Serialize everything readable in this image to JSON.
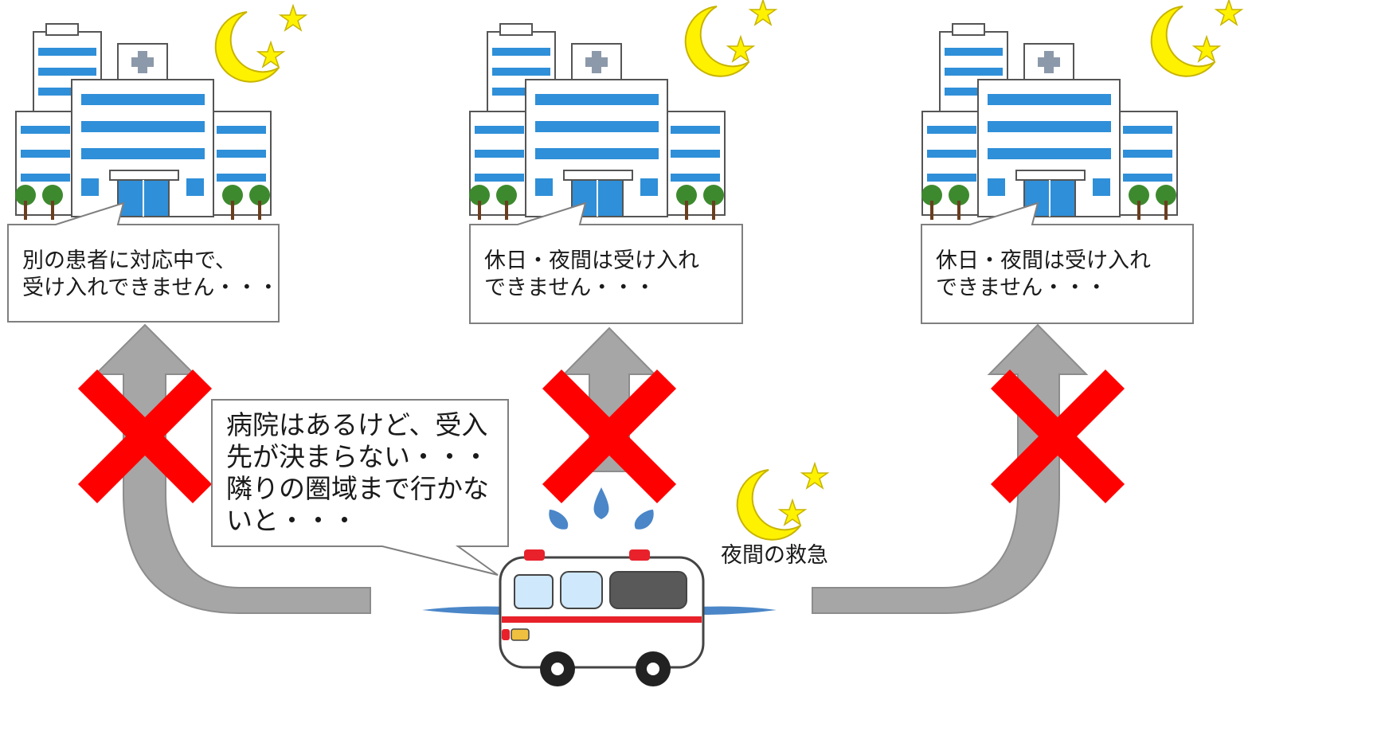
{
  "hospitals": [
    {
      "message": [
        "別の患者に対応中で、",
        "受け入れできません・・・"
      ]
    },
    {
      "message": [
        "休日・夜間は受け入れ",
        "できません・・・"
      ]
    },
    {
      "message": [
        "休日・夜間は受け入れ",
        "できません・・・"
      ]
    }
  ],
  "ambulance": {
    "speech": [
      "病院はあるけど、受入",
      "先が決まらない・・・",
      "隣りの圏域まで行かな",
      "いと・・・"
    ],
    "caption": "夜間の救急"
  },
  "colors": {
    "arrow": "#a6a6a6",
    "arrow_stroke": "#8c8c8c",
    "cross": "#ff0000",
    "moon": "#fff200",
    "star": "#fff200",
    "building_window": "#2f8fd8",
    "ambulance_stripe": "#e8212a",
    "sweat": "#4a86c8"
  }
}
